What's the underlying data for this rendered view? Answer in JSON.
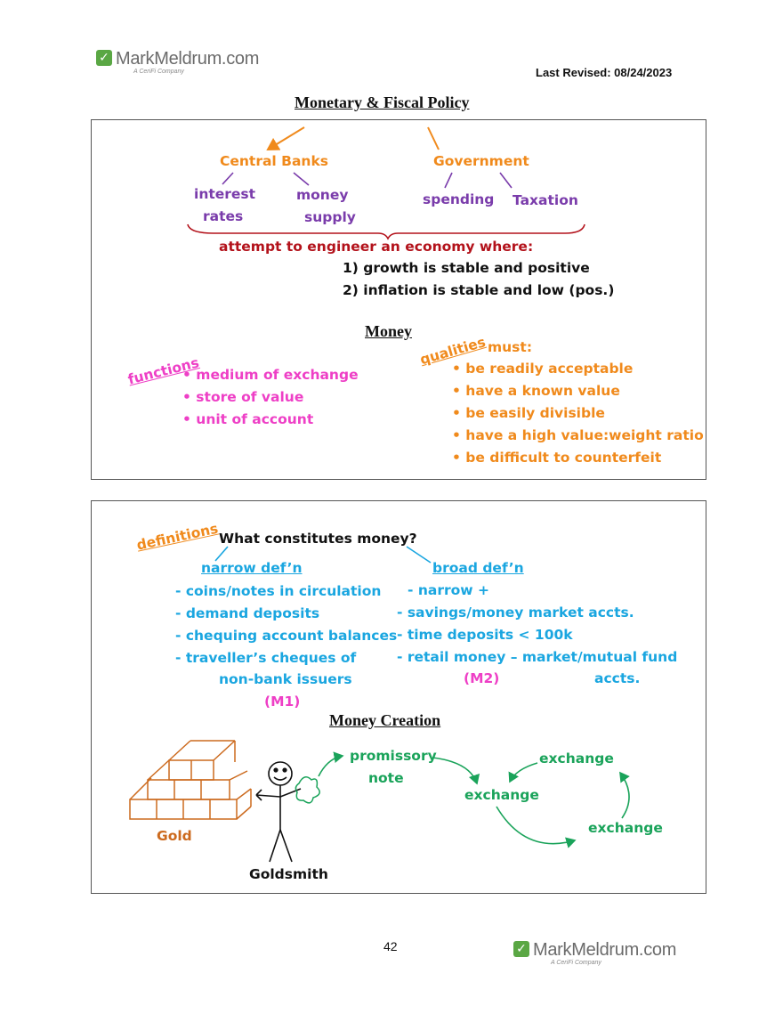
{
  "header": {
    "logo_brand": "MarkMeldrum.com",
    "logo_tagline": "A CeriFi Company",
    "last_revised": "Last Revised: 08/24/2023",
    "title": "Monetary & Fiscal Policy"
  },
  "panel1": {
    "central_banks": "Central Banks",
    "government": "Government",
    "interest": "interest",
    "rates": "rates",
    "money": "money",
    "supply": "supply",
    "spending": "spending",
    "taxation": "Taxation",
    "attempt": "attempt to engineer an economy where:",
    "goal1": "1) growth is stable and positive",
    "goal2": "2) inflation is stable and low (pos.)",
    "money_heading": "Money",
    "functions_label": "functions",
    "functions": [
      "• medium of exchange",
      "• store of value",
      "• unit of account"
    ],
    "qualities_label": "qualities",
    "must": "must:",
    "qualities": [
      "• be readily acceptable",
      "• have a known value",
      "• be easily divisible",
      "• have a high value:weight ratio",
      "• be difficult to counterfeit"
    ]
  },
  "panel2": {
    "definitions_label": "definitions",
    "question": "What constitutes money?",
    "narrow_title": "narrow def’n",
    "narrow": [
      "- coins/notes in circulation",
      "- demand deposits",
      "- chequing account balances",
      "- traveller’s cheques of"
    ],
    "narrow_cont": "non-bank issuers",
    "m1": "(M1)",
    "broad_title": "broad def’n",
    "broad": [
      "- narrow +",
      "- savings/money market accts.",
      "- time deposits < 100k",
      "- retail money – market/mutual fund"
    ],
    "m2": "(M2)",
    "accts": "accts.",
    "creation_heading": "Money Creation",
    "gold": "Gold",
    "goldsmith": "Goldsmith",
    "promissory": "promissory",
    "note": "note",
    "exchange_1": "exchange",
    "exchange_2": "exchange",
    "exchange_3": "exchange"
  },
  "footer": {
    "page_number": "42",
    "logo_brand": "MarkMeldrum.com",
    "logo_tagline": "A CeriFi Company"
  },
  "colors": {
    "orange": "#f08a1c",
    "purple": "#7a3cab",
    "red": "#b3121b",
    "pink": "#ee3fc6",
    "blue": "#1aa6e0",
    "green": "#1aa35a",
    "gold_brown": "#cc6a1e",
    "logo_green": "#5aa744"
  },
  "icons": [
    "check-logo-icon",
    "gold-bricks-icon",
    "stick-figure-icon",
    "banknote-icon"
  ]
}
